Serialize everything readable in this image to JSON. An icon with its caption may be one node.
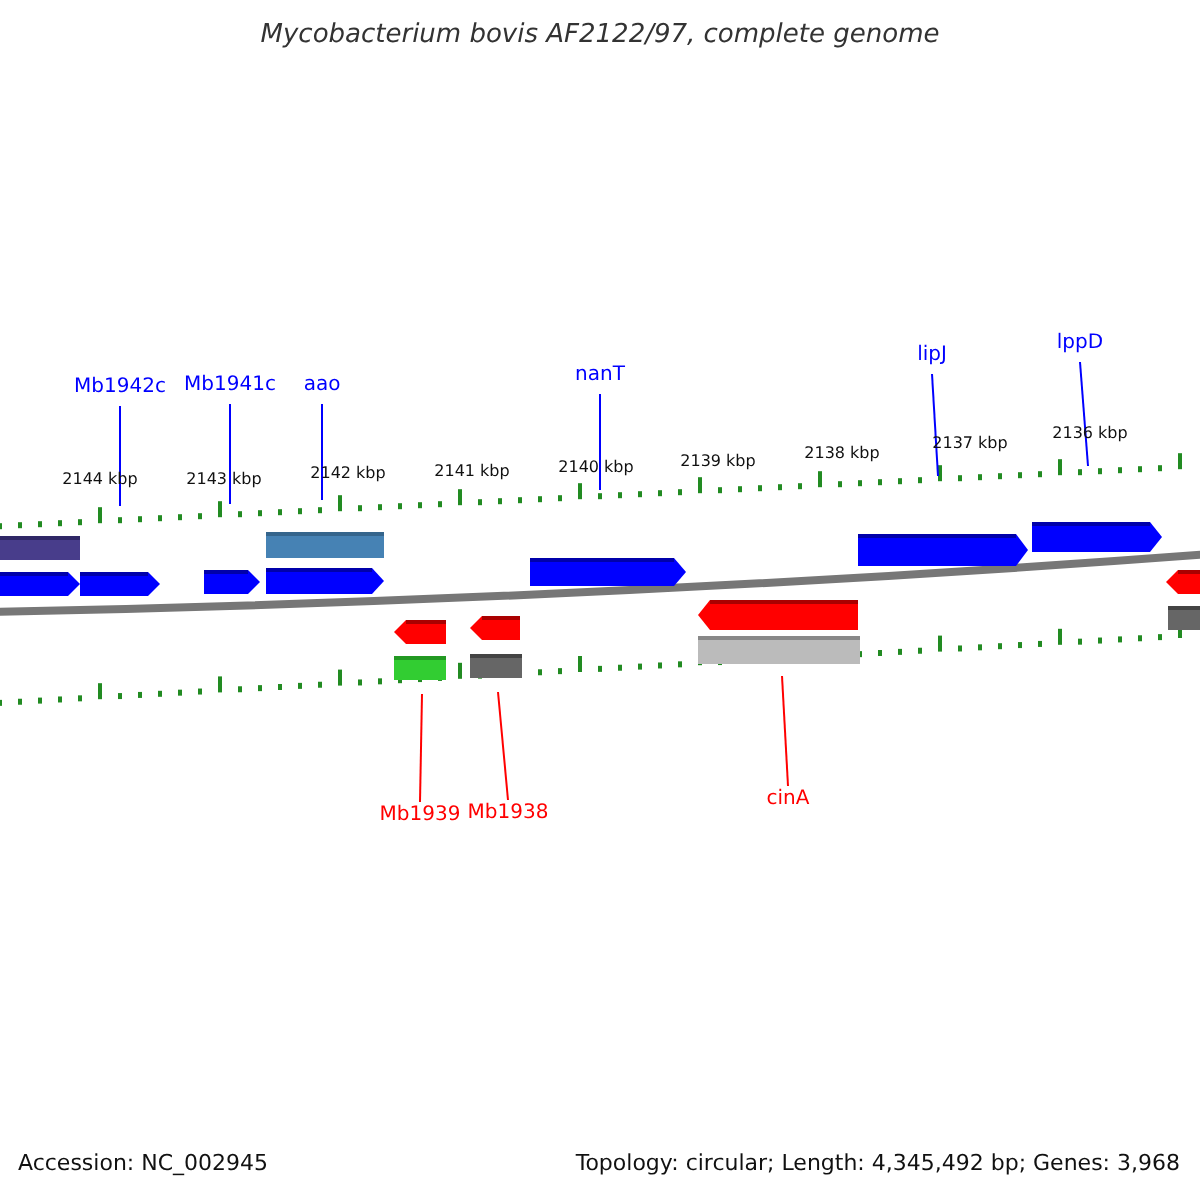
{
  "diagram": {
    "title": "Mycobacterium bovis AF2122/97, complete genome",
    "nodes": [
      {
        "text": [
          "Mb1942c"
        ]
      },
      {
        "text": [
          "Mb1941c"
        ]
      },
      {
        "text": [
          "aao"
        ]
      },
      {
        "text": [
          "nanT"
        ]
      },
      {
        "text": [
          "lipJ"
        ]
      },
      {
        "text": [
          "lppD"
        ]
      },
      {
        "text": [
          "Mb1939"
        ]
      },
      {
        "text": [
          "Mb1938"
        ]
      },
      {
        "text": [
          "cinA"
        ]
      },
      {
        "text": [],
        "shape": "bar"
      },
      {
        "text": [],
        "shape": "bar"
      }
    ],
    "edges": [
      {
        "from": 0,
        "to": 9,
        "arrow": "none"
      },
      {
        "from": 1,
        "to": 9,
        "arrow": "none"
      },
      {
        "from": 2,
        "to": 9,
        "arrow": "none"
      },
      {
        "from": 3,
        "to": 9,
        "arrow": "none"
      },
      {
        "from": 4,
        "to": 9,
        "arrow": "none"
      },
      {
        "from": 5,
        "to": 9,
        "arrow": "none"
      },
      {
        "from": 6,
        "to": 10,
        "arrow": "none",
        "color": "#ff0000"
      },
      {
        "from": 7,
        "to": 10,
        "arrow": "none",
        "color": "#ff0000"
      },
      {
        "from": 8,
        "to": 10,
        "arrow": "none",
        "color": "#ff0000"
      }
    ],
    "labels": [
      "2144 kbp",
      "2143 kbp",
      "2142 kbp",
      "2141 kbp",
      "2140 kbp",
      "2139 kbp",
      "2138 kbp",
      "2137 kbp",
      "2136 kbp",
      "Accession: NC_002945",
      "Topology: circular; Length: 4,345,492 bp; Genes: 3,968"
    ]
  }
}
